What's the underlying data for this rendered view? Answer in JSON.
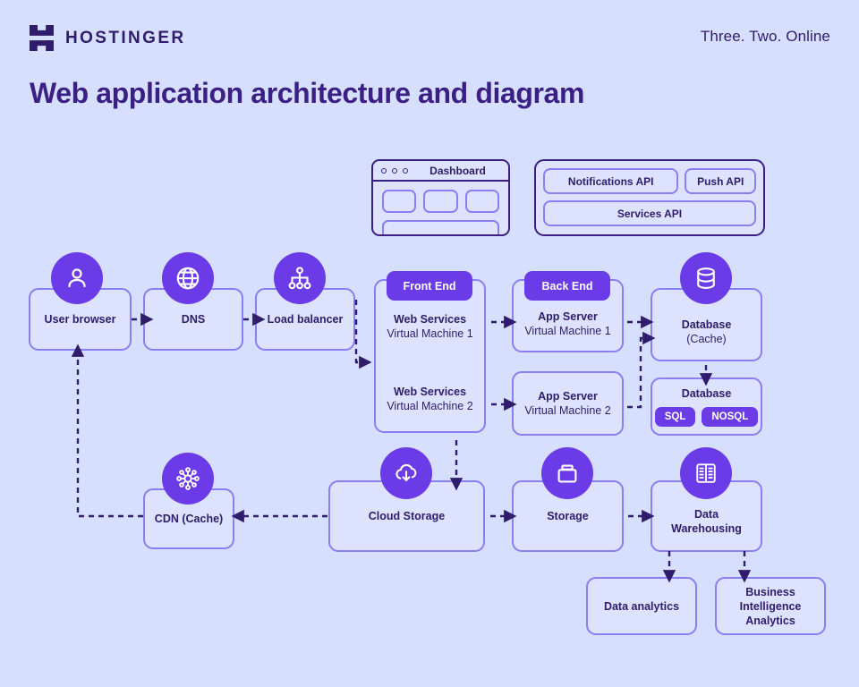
{
  "header": {
    "brand_name": "HOSTINGER",
    "brand_icon": "hostinger-h-logo",
    "tagline": "Three. Two. Online"
  },
  "page": {
    "title": "Web application architecture and diagram",
    "background_color": "#d7dffe",
    "accent_purple": "#6c3be8",
    "text_color": "#2f1c6a",
    "border_color": "#8b7df2",
    "dark_border_color": "#3b1f84"
  },
  "dashboard_mock": {
    "title": "Dashboard",
    "dot_count": 3,
    "tile_count": 3
  },
  "api_panel": {
    "top_row": [
      {
        "label": "Notifications API"
      },
      {
        "label": "Push API"
      }
    ],
    "bottom_row": [
      {
        "label": "Services API"
      }
    ]
  },
  "nodes": {
    "user_browser": {
      "label": "User browser",
      "icon": "user-icon"
    },
    "dns": {
      "label": "DNS",
      "icon": "globe-icon"
    },
    "load_balancer": {
      "label": "Load balancer",
      "icon": "load-balancer-icon"
    },
    "front_end": {
      "pill": "Front End",
      "entries": [
        {
          "title": "Web Services",
          "sub": "Virtual Machine 1"
        },
        {
          "title": "Web Services",
          "sub": "Virtual Machine 2"
        }
      ]
    },
    "back_end": {
      "pill": "Back End",
      "entries": [
        {
          "title": "App Server",
          "sub": "Virtual Machine 1"
        },
        {
          "title": "App Server",
          "sub": "Virtual Machine 2"
        }
      ]
    },
    "database_cache": {
      "title": "Database",
      "sub": "(Cache)",
      "icon": "database-icon"
    },
    "database_main": {
      "title": "Database",
      "badges": [
        "SQL",
        "NOSQL"
      ]
    },
    "cdn": {
      "label": "CDN (Cache)",
      "icon": "cdn-network-icon"
    },
    "cloud_storage": {
      "label": "Cloud Storage",
      "icon": "cloud-download-icon"
    },
    "storage": {
      "label": "Storage",
      "icon": "storage-box-icon"
    },
    "data_warehousing": {
      "title": "Data",
      "sub": "Warehousing",
      "icon": "server-rack-icon"
    },
    "data_analytics": {
      "label": "Data analytics"
    },
    "bi_analytics": {
      "title": "Business Intelligence",
      "sub": "Analytics"
    }
  }
}
